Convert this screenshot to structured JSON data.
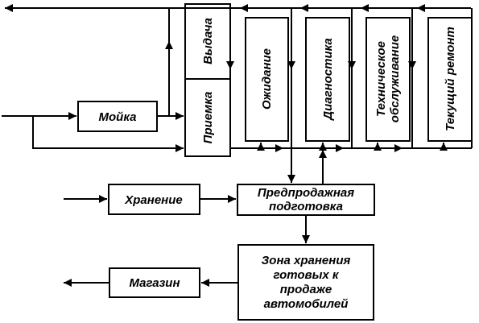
{
  "nodes": {
    "moika": "Мойка",
    "vydacha": "Выдача",
    "priemka": "Приемка",
    "ozhidanie": "Ожидание",
    "diagnostika": "Диагностика",
    "to_line1": "Техническое",
    "to_line2": "обслуживание",
    "tekushchiy_remont": "Текущий ремонт",
    "hranenie": "Хранение",
    "predprodazh_line1": "Предпродажная",
    "predprodazh_line2": "подготовка",
    "zona_line1": "Зона хранения",
    "zona_line2": "готовых к",
    "zona_line3": "продаже",
    "zona_line4": "автомобилей",
    "magazin": "Магазин"
  }
}
